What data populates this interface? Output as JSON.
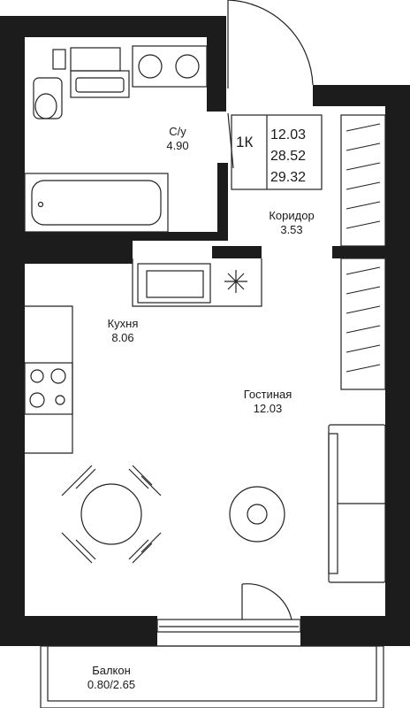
{
  "apartment": {
    "type": "1К",
    "areas": [
      "12.03",
      "28.52",
      "29.32"
    ]
  },
  "rooms": [
    {
      "name": "С/у",
      "area": "4.90"
    },
    {
      "name": "Коридор",
      "area": "3.53"
    },
    {
      "name": "Кухня",
      "area": "8.06"
    },
    {
      "name": "Гостиная",
      "area": "12.03"
    },
    {
      "name": "Балкон",
      "area": "0.80/2.65"
    }
  ],
  "colors": {
    "wall": "#1c1c1c",
    "line": "#222222",
    "background": "#ffffff"
  }
}
